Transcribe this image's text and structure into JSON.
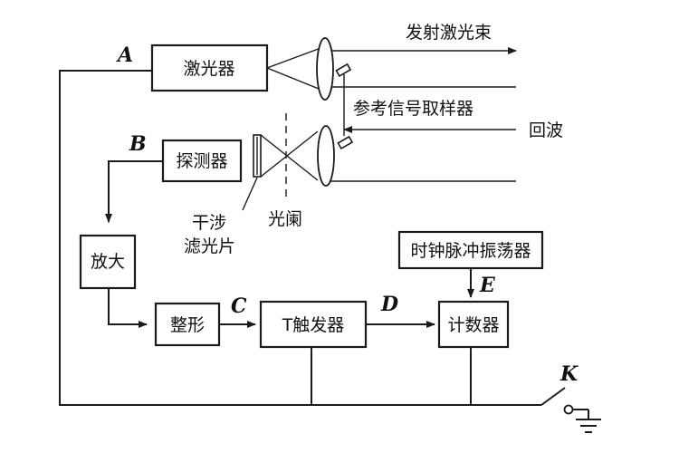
{
  "blocks": {
    "laser": "激光器",
    "detector": "探测器",
    "amplifier": "放大",
    "shaper": "整形",
    "trigger": "T触发器",
    "counter": "计数器",
    "clock": "时钟脉冲振荡器"
  },
  "labels": {
    "emit_beam": "发射激光束",
    "ref_sampler": "参考信号取样器",
    "echo": "回波",
    "filter_line1": "干涉",
    "filter_line2": "滤光片",
    "stop": "光阑"
  },
  "nodes": {
    "a": "A",
    "b": "B",
    "c": "C",
    "d": "D",
    "e": "E",
    "k": "K"
  }
}
